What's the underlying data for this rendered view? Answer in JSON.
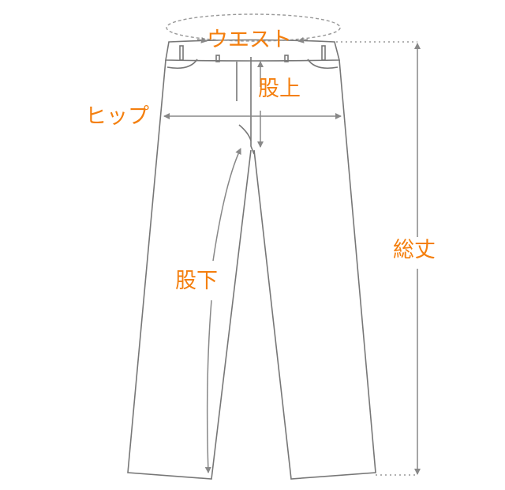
{
  "colors": {
    "label": "#f47f0e",
    "line": "#777777",
    "arrow": "#888888"
  },
  "labels": {
    "waist": "ウエスト",
    "rise": "股上",
    "hip": "ヒップ",
    "total_length": "総丈",
    "inseam": "股下"
  }
}
